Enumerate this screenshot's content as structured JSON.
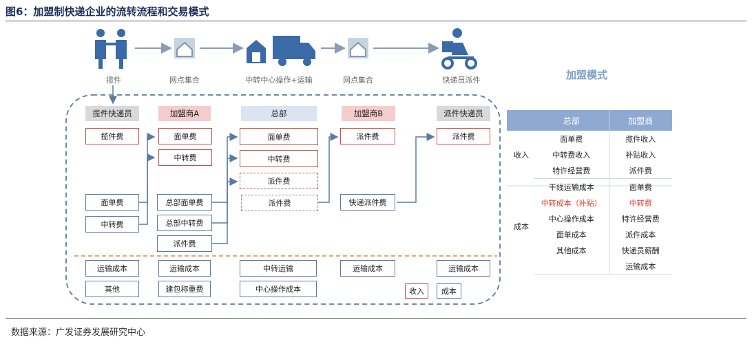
{
  "title": "图6：加盟制快递企业的流转流程和交易模式",
  "source": "数据来源：广发证券发展研究中心",
  "flow": {
    "steps": [
      "揽件",
      "网点集合",
      "中转中心操作+运输",
      "网点集合",
      "快递员派件"
    ],
    "icons": [
      "handshake-people-icon",
      "outlet-house-icon",
      "warehouse-and-truck-icon",
      "outlet-house-icon",
      "delivery-scooter-icon"
    ]
  },
  "columns": [
    {
      "header": "揽件快递员",
      "color": "gray"
    },
    {
      "header": "加盟商A",
      "color": "pink"
    },
    {
      "header": "总部",
      "color": "blue"
    },
    {
      "header": "加盟商B",
      "color": "pink"
    },
    {
      "header": "派件快递员",
      "color": "gray"
    }
  ],
  "fee_boxes": {
    "col1_top": "揽件费",
    "col1_mid": [
      "面单费",
      "中转费"
    ],
    "col2_top": [
      "面单费",
      "中转费"
    ],
    "col2_mid": [
      "总部面单费",
      "总部中转费",
      "派件费"
    ],
    "col3": [
      "面单费",
      "中转费",
      "派件费",
      "派件费"
    ],
    "col4_top": "派件费",
    "col4_mid": "快递派件费",
    "col5_top": "派件费"
  },
  "cost_rows": {
    "row1": [
      "运输成本",
      "运输成本",
      "中转运输",
      "运输成本",
      "运输成本"
    ],
    "row2": [
      "其他",
      "建包称重费",
      "中心操作成本"
    ]
  },
  "legend": {
    "revenue": "收入",
    "cost": "成本"
  },
  "mode_label": "加盟模式",
  "table": {
    "headers": [
      "总部",
      "加盟商"
    ],
    "income_label": "收入",
    "cost_label": "成本",
    "income_rows": [
      [
        "面单费",
        "揽件收入"
      ],
      [
        "中转费收入",
        "补贴收入"
      ],
      [
        "特许经营费",
        "派件费"
      ]
    ],
    "cost_rows": [
      [
        "干线运输成本",
        "面单费"
      ],
      [
        "中转成本（补贴）",
        "中转费"
      ],
      [
        "中心操作成本",
        "特许经营费"
      ],
      [
        "面单成本",
        "派件成本"
      ],
      [
        "其他成本",
        "快递员薪酬"
      ],
      [
        "",
        "运输成本"
      ]
    ]
  },
  "colors": {
    "accent_blue": "#5b7aa3",
    "fee_red": "#c0504d",
    "dashed_orange": "#e39b5a",
    "table_header": "#8eaad2",
    "highlight_red": "#e03a2e"
  }
}
